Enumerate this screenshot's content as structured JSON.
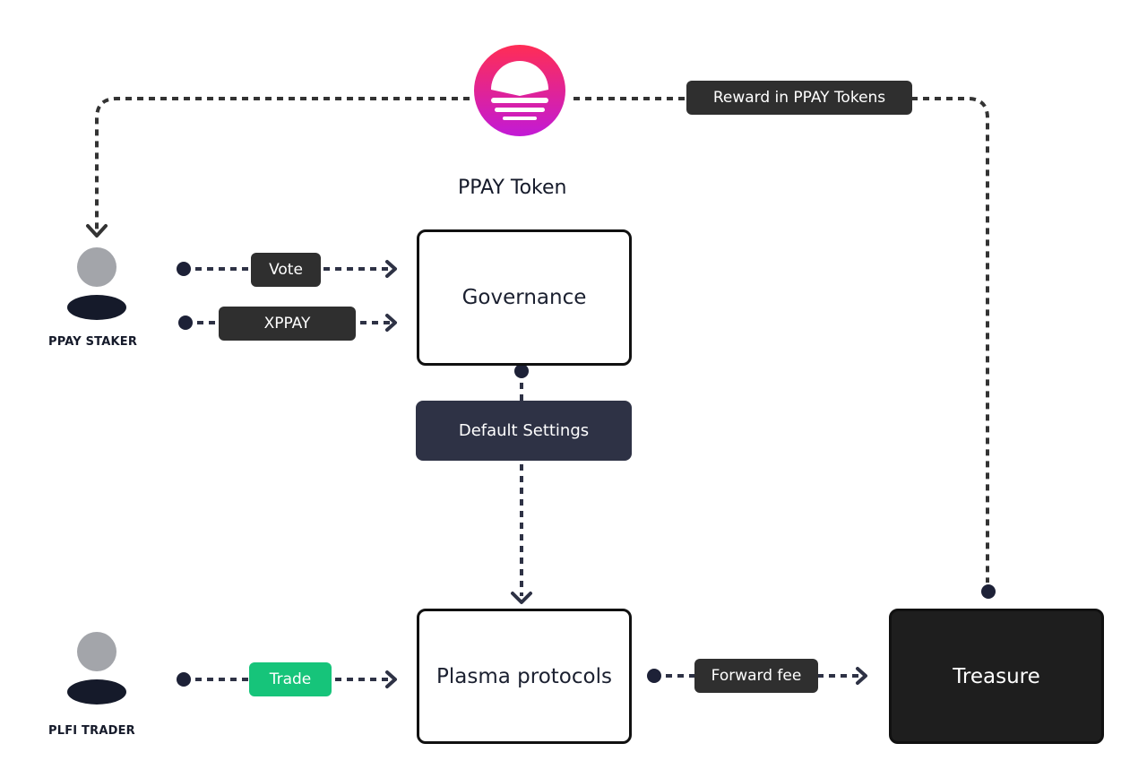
{
  "diagram": {
    "token": {
      "title": "PPAY Token",
      "logo_icon": "ppay-logo-icon",
      "gradient_top": "#ff2d55",
      "gradient_bottom": "#c21ad6"
    },
    "nodes": {
      "governance": "Governance",
      "default_settings": "Default Settings",
      "plasma_protocols": "Plasma protocols",
      "treasure": "Treasure"
    },
    "actors": {
      "staker": "PPAY STAKER",
      "trader": "PLFI TRADER"
    },
    "edge_labels": {
      "reward": "Reward in PPAY Tokens",
      "vote": "Vote",
      "xppay": "XPPAY",
      "trade": "Trade",
      "forward_fee": "Forward fee"
    },
    "colors": {
      "chip_dark": "#2f2f2f",
      "chip_green": "#16c47a",
      "settings_bg": "#2e3245",
      "connector": "#2e3245",
      "avatar_head": "#a3a5aa",
      "avatar_body": "#151a2a"
    }
  }
}
